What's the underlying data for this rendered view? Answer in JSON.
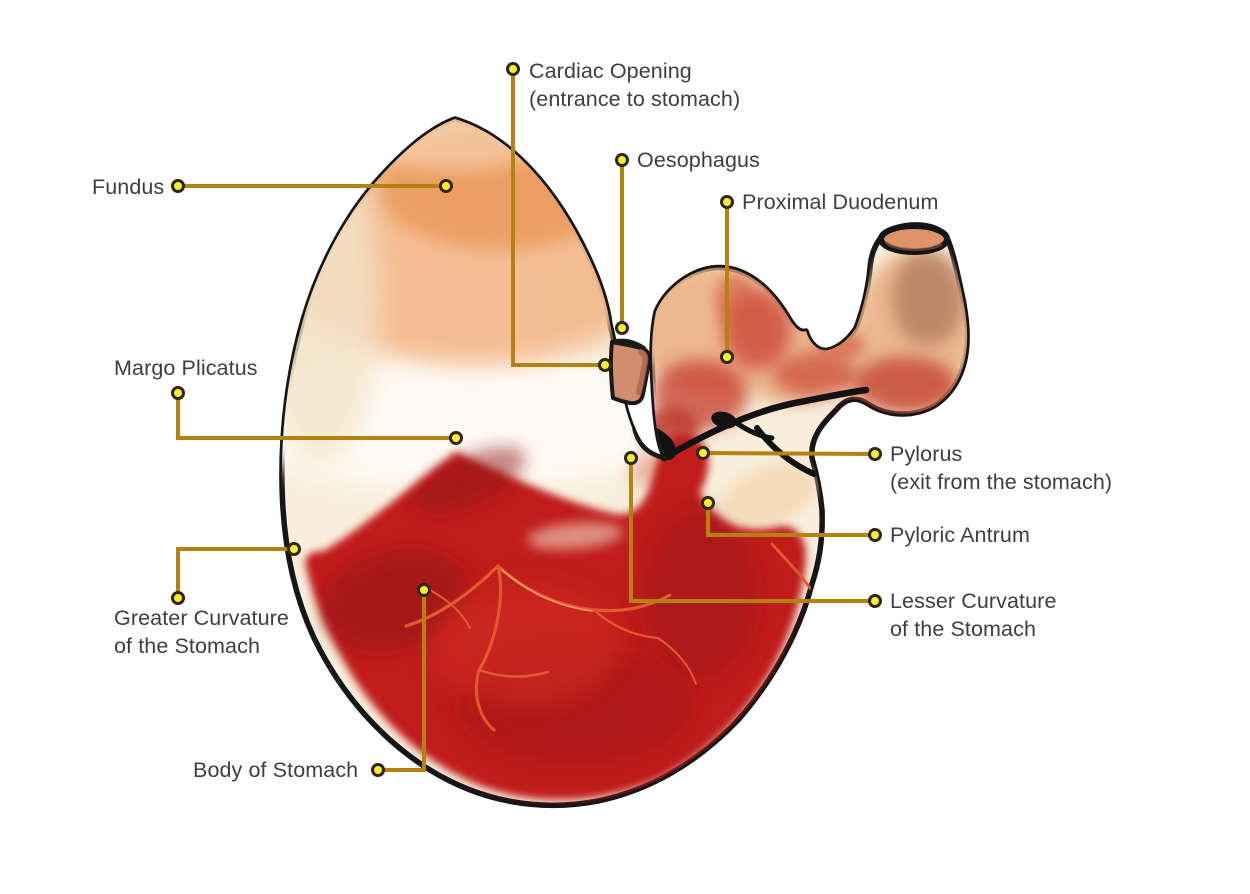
{
  "diagram": {
    "subject": "Equine stomach anatomy diagram",
    "labels": [
      {
        "id": "fundus",
        "lines": [
          "Fundus"
        ]
      },
      {
        "id": "cardiac-opening",
        "lines": [
          "Cardiac Opening",
          "(entrance to stomach)"
        ]
      },
      {
        "id": "oesophagus",
        "lines": [
          "Oesophagus"
        ]
      },
      {
        "id": "proximal-duodenum",
        "lines": [
          "Proximal Duodenum"
        ]
      },
      {
        "id": "margo-plicatus",
        "lines": [
          "Margo Plicatus"
        ]
      },
      {
        "id": "pylorus",
        "lines": [
          "Pylorus",
          "(exit from the stomach)"
        ]
      },
      {
        "id": "pyloric-antrum",
        "lines": [
          "Pyloric Antrum"
        ]
      },
      {
        "id": "lesser-curvature",
        "lines": [
          "Lesser Curvature",
          "of the Stomach"
        ]
      },
      {
        "id": "greater-curvature",
        "lines": [
          "Greater Curvature",
          "of the Stomach"
        ]
      },
      {
        "id": "body-of-stomach",
        "lines": [
          "Body of Stomach"
        ]
      }
    ],
    "colors": {
      "background": "#ffffff",
      "label_text": "#3e3e3e",
      "leader_line": "#b5820f",
      "marker_fill": "#f8ee30",
      "marker_ring": "#2f260b",
      "outline": "#161616",
      "mucosa_red": "#c01e1b",
      "maroon_shadow": "#8e1312",
      "vessel_orange": "#e25a2e",
      "fundus_peach": "#ea9c61",
      "cream_interior": "#f8eedb",
      "duodenum_salmon": "#ecb78f",
      "oesophagus_fill": "#d18e6e"
    }
  }
}
